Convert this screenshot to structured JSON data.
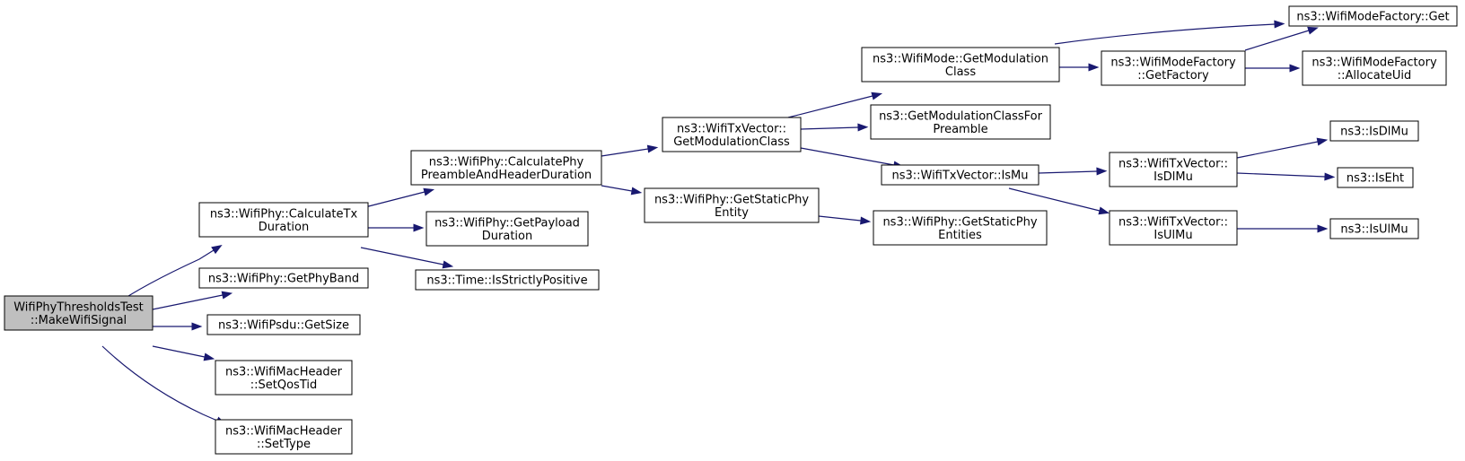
{
  "colors": {
    "edge": "#191970",
    "root_fill": "#bfbfbf",
    "node_fill": "#ffffff",
    "border": "#000000"
  },
  "nodes": {
    "root": [
      "WifiPhyThresholdsTest",
      "::MakeWifiSignal"
    ],
    "calcTx": [
      "ns3::WifiPhy::CalculateTx",
      "Duration"
    ],
    "getPhyBand": [
      "ns3::WifiPhy::GetPhyBand"
    ],
    "psduSize": [
      "ns3::WifiPsdu::GetSize"
    ],
    "setQos": [
      "ns3::WifiMacHeader",
      "::SetQosTid"
    ],
    "setType": [
      "ns3::WifiMacHeader",
      "::SetType"
    ],
    "calcPre": [
      "ns3::WifiPhy::CalculatePhy",
      "PreambleAndHeaderDuration"
    ],
    "payload": [
      "ns3::WifiPhy::GetPayload",
      "Duration"
    ],
    "strictPos": [
      "ns3::Time::IsStrictlyPositive"
    ],
    "txModClass": [
      "ns3::WifiTxVector::",
      "GetModulationClass"
    ],
    "staticEnt": [
      "ns3::WifiPhy::GetStaticPhy",
      "Entity"
    ],
    "modeModClass": [
      "ns3::WifiMode::GetModulation",
      "Class"
    ],
    "modPre": [
      "ns3::GetModulationClassFor",
      "Preamble"
    ],
    "isMu": [
      "ns3::WifiTxVector::IsMu"
    ],
    "staticEnts": [
      "ns3::WifiPhy::GetStaticPhy",
      "Entities"
    ],
    "mfGet": [
      "ns3::WifiModeFactory::Get"
    ],
    "mfFactory": [
      "ns3::WifiModeFactory",
      "::GetFactory"
    ],
    "mfAlloc": [
      "ns3::WifiModeFactory",
      "::AllocateUid"
    ],
    "txIsDlMu": [
      "ns3::WifiTxVector::",
      "IsDlMu"
    ],
    "txIsUlMu": [
      "ns3::WifiTxVector::",
      "IsUlMu"
    ],
    "isDlMu": [
      "ns3::IsDlMu"
    ],
    "isEht": [
      "ns3::IsEht"
    ],
    "isUlMu": [
      "ns3::IsUlMu"
    ]
  }
}
